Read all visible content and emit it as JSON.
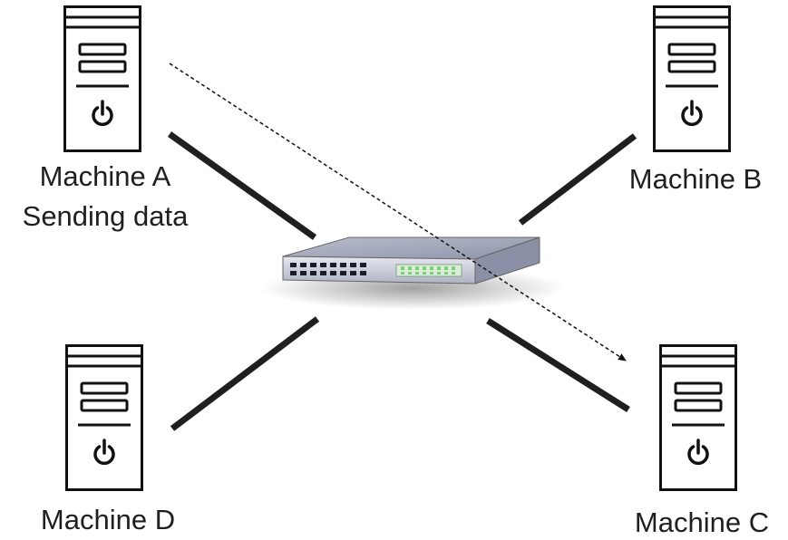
{
  "machines": {
    "a": {
      "name": "Machine A",
      "caption": "Sending data"
    },
    "b": {
      "name": "Machine B"
    },
    "c": {
      "name": "Machine C"
    },
    "d": {
      "name": "Machine D"
    }
  },
  "switch": {
    "ports": 16,
    "lit_leds": 8
  },
  "data_flow": {
    "from": "Machine A",
    "to": "Machine C",
    "style": "dashed-arrow"
  },
  "colors": {
    "line": "#1f1f1f",
    "switch_body": "#c7cad6",
    "switch_top": "#9aa0b5",
    "led": "#7fd07a"
  },
  "icons": {
    "computer": "tower-computer-icon",
    "power": "power-icon",
    "switch": "network-switch-icon"
  }
}
